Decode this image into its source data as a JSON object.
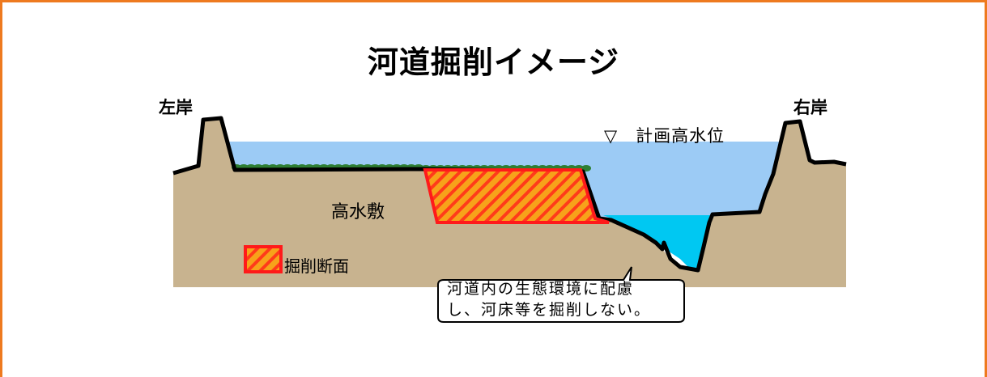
{
  "title": "河道掘削イメージ",
  "labels": {
    "left_bank": "左岸",
    "right_bank": "右岸",
    "high_water_level": "▽　計画高水位",
    "floodplain": "高水敷"
  },
  "legend": {
    "label": "掘削断面"
  },
  "callout": {
    "line1": "河道内の生態環境に配慮",
    "line2": "し、河床等を掘削しない。"
  },
  "colors": {
    "frame": "#ee7a1f",
    "ground": "#c8b38f",
    "water": "#9ccbf5",
    "low_water": "#00c8f2",
    "vegetation": "#2e7f33",
    "excavation_fill": "#f7a21a",
    "excavation_border": "#ff1a1a"
  }
}
